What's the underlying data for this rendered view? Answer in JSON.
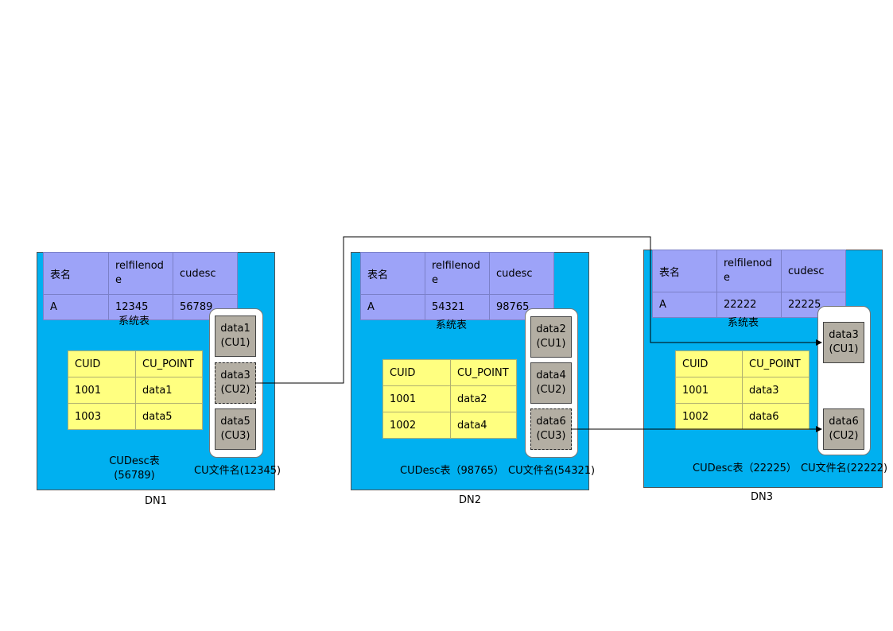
{
  "nodes": [
    {
      "label": "DN1",
      "sys_table": {
        "headers": [
          "表名",
          "relfilenode",
          "cudesc"
        ],
        "row": [
          "A",
          "12345",
          "56789"
        ],
        "caption": "系统表"
      },
      "cudesc_table": {
        "headers": [
          "CUID",
          "CU_POINT"
        ],
        "rows": [
          [
            "1001",
            "data1"
          ],
          [
            "1003",
            "data5"
          ]
        ],
        "caption_line1": "CUDesc表",
        "caption_line2": "(56789)"
      },
      "cu_file": {
        "caption": "CU文件名(12345)",
        "blocks": [
          {
            "name": "data1",
            "cu": "(CU1)",
            "dashed": false
          },
          {
            "name": "data3",
            "cu": "(CU2)",
            "dashed": true
          },
          {
            "name": "data5",
            "cu": "(CU3)",
            "dashed": false
          }
        ]
      }
    },
    {
      "label": "DN2",
      "sys_table": {
        "headers": [
          "表名",
          "relfilenode",
          "cudesc"
        ],
        "row": [
          "A",
          "54321",
          "98765"
        ],
        "caption": "系统表"
      },
      "cudesc_table": {
        "headers": [
          "CUID",
          "CU_POINT"
        ],
        "rows": [
          [
            "1001",
            "data2"
          ],
          [
            "1002",
            "data4"
          ]
        ],
        "caption_line1": "CUDesc表（98765）",
        "caption_line2": ""
      },
      "cu_file": {
        "caption": "CU文件名(54321)",
        "blocks": [
          {
            "name": "data2",
            "cu": "(CU1)",
            "dashed": false
          },
          {
            "name": "data4",
            "cu": "(CU2)",
            "dashed": false
          },
          {
            "name": "data6",
            "cu": "(CU3)",
            "dashed": true
          }
        ]
      }
    },
    {
      "label": "DN3",
      "sys_table": {
        "headers": [
          "表名",
          "relfilenode",
          "cudesc"
        ],
        "row": [
          "A",
          "22222",
          "22225"
        ],
        "caption": "系统表"
      },
      "cudesc_table": {
        "headers": [
          "CUID",
          "CU_POINT"
        ],
        "rows": [
          [
            "1001",
            "data3"
          ],
          [
            "1002",
            "data6"
          ]
        ],
        "caption_line1": "CUDesc表（22225）",
        "caption_line2": ""
      },
      "cu_file": {
        "caption": "CU文件名(22222)",
        "blocks": [
          {
            "name": "data3",
            "cu": "(CU1)",
            "dashed": false
          },
          {
            "name": "data6",
            "cu": "(CU2)",
            "dashed": false
          }
        ]
      }
    }
  ],
  "colors": {
    "node_bg": "#00b0f0",
    "sys_table_bg": "#9da3f8",
    "cudesc_table_bg": "#ffff80",
    "cu_block_bg": "#b3aea3"
  }
}
